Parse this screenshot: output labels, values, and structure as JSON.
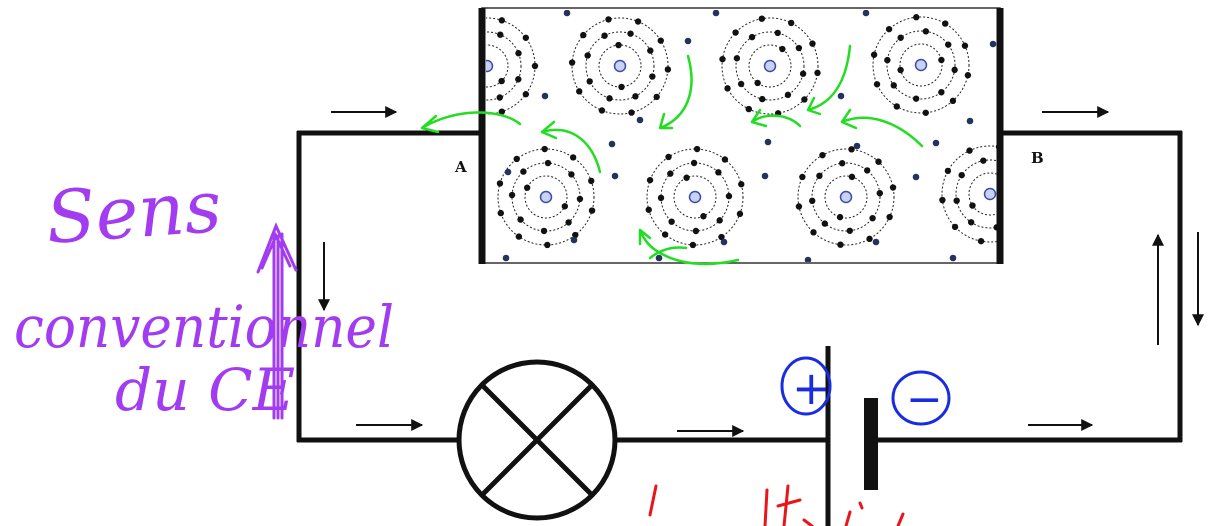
{
  "diagram": {
    "conductor": {
      "terminal_left": "A",
      "terminal_right": "B"
    },
    "battery": {
      "positive_sign": "+",
      "negative_sign": "−"
    },
    "annotation": {
      "line1": "Sens",
      "line2": "conventionnel",
      "line3": "du CE"
    },
    "colors": {
      "wire": "#111111",
      "electron_path": "#22dd22",
      "annotation": "#a23cf0",
      "battery_marks": "#1a2ce0",
      "nucleus": "#3a4ea8",
      "free_electron": "#22335e",
      "red_stroke": "#e8161a"
    },
    "icons": {
      "lamp": "lamp-cross-icon",
      "battery": "battery-cell-icon",
      "current_arrow": "arrow-icon",
      "atom": "atom-shells-icon"
    }
  }
}
